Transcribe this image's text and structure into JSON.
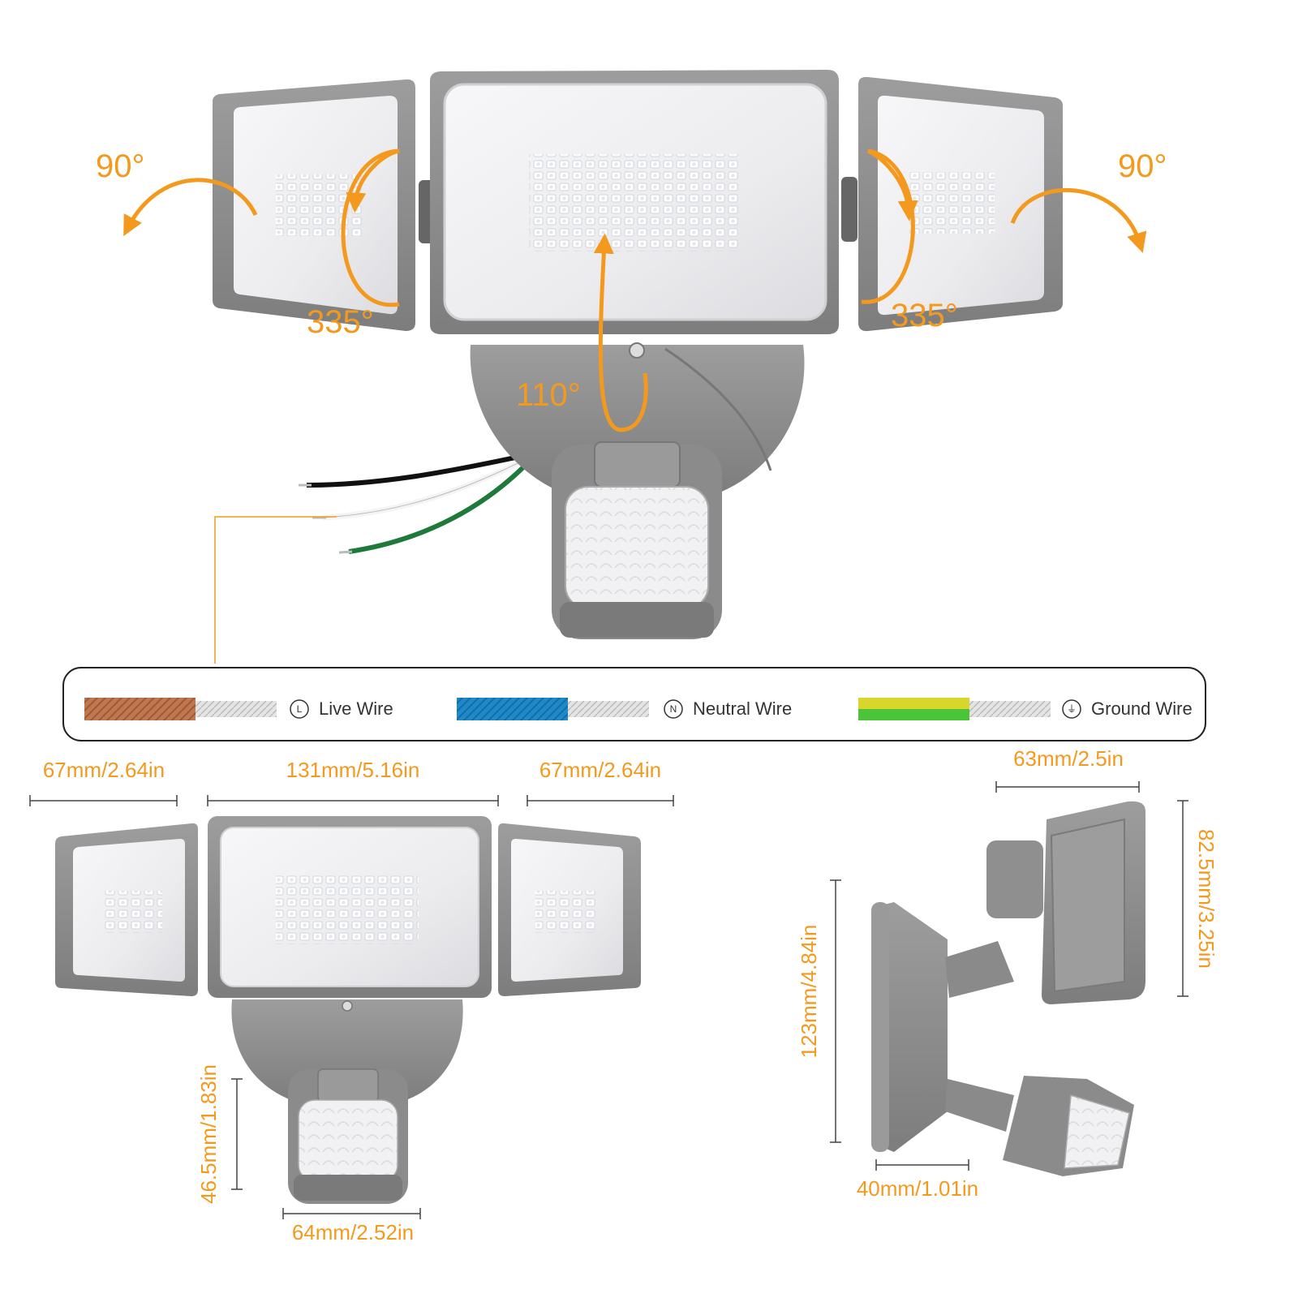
{
  "rotation": {
    "left_tilt": "90°",
    "right_tilt": "90°",
    "left_swivel": "335°",
    "right_swivel": "335°",
    "center_tilt": "110°"
  },
  "legend": {
    "live": {
      "symbol": "L",
      "label": "Live Wire"
    },
    "neutral": {
      "symbol": "N",
      "label": "Neutral Wire"
    },
    "ground": {
      "symbol": "⏚",
      "label": "Ground Wire"
    }
  },
  "dimensions": {
    "left_head_width": "67mm/2.64in",
    "center_head_width": "131mm/5.16in",
    "right_head_width": "67mm/2.64in",
    "sensor_height": "46.5mm/1.83in",
    "sensor_width": "64mm/2.52in",
    "side_head_depth": "63mm/2.5in",
    "side_head_height": "82.5mm/3.25in",
    "side_total_height": "123mm/4.84in",
    "base_depth": "40mm/1.01in"
  },
  "colors": {
    "accent": "#f39a1e",
    "housing": "#8f8f8f",
    "live_wire": "#c0774f",
    "neutral_wire": "#1e88c8",
    "ground_wire_yellow": "#d8d62a",
    "ground_wire_green": "#4cc43a"
  }
}
